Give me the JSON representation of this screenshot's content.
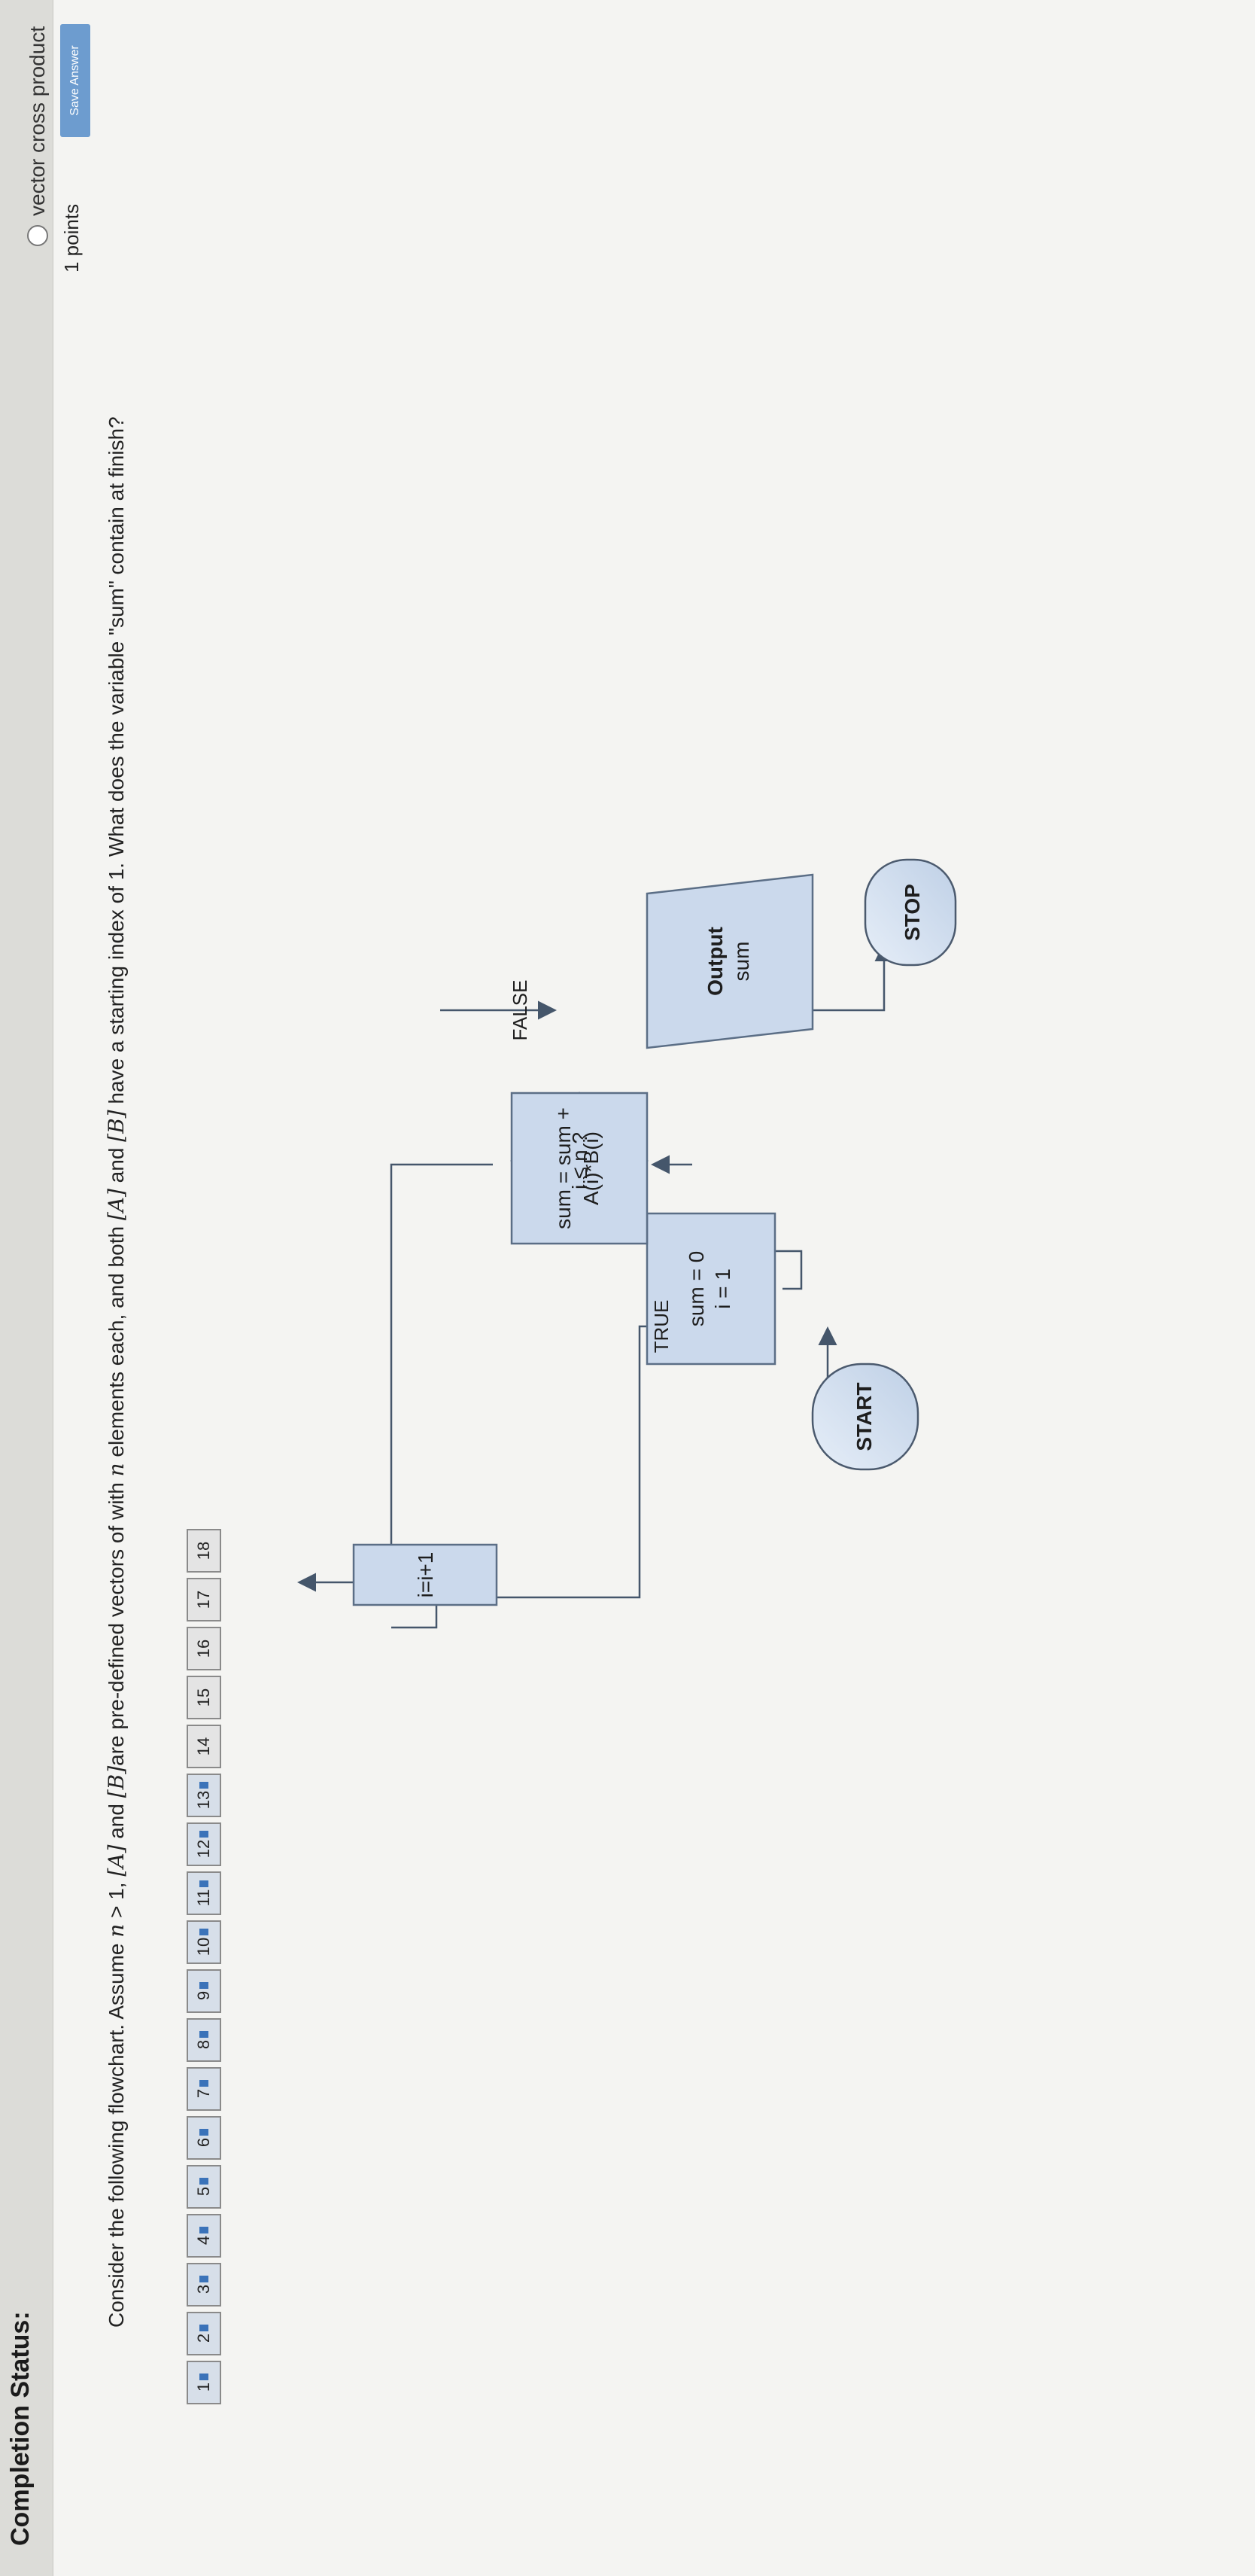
{
  "header": {
    "status_label": "Completion Status:"
  },
  "nav": {
    "questions": [
      {
        "label": "1",
        "answered": true
      },
      {
        "label": "2",
        "answered": true
      },
      {
        "label": "3",
        "answered": true
      },
      {
        "label": "4",
        "answered": true
      },
      {
        "label": "5",
        "answered": true
      },
      {
        "label": "6",
        "answered": true
      },
      {
        "label": "7",
        "answered": true
      },
      {
        "label": "8",
        "answered": true
      },
      {
        "label": "9",
        "answered": true
      },
      {
        "label": "10",
        "answered": true
      },
      {
        "label": "11",
        "answered": true
      },
      {
        "label": "12",
        "answered": true
      },
      {
        "label": "13",
        "answered": true
      },
      {
        "label": "14",
        "answered": false
      },
      {
        "label": "15",
        "answered": false
      },
      {
        "label": "16",
        "answered": false
      },
      {
        "label": "17",
        "answered": false
      },
      {
        "label": "18",
        "answered": false
      }
    ]
  },
  "question": {
    "points": "1 points",
    "save_label": "Save Answer",
    "text_1": "Consider the following flowchart. Assume ",
    "n": "n",
    "gt1": " > 1, ",
    "A": "[A]",
    "and": " and ",
    "B": "[B]",
    "text_2": "are pre-defined vectors of with ",
    "text_3": " elements each, and both ",
    "text_4": " have a starting index of ",
    "index": "1",
    "text_5": ". What does the variable \"sum\" contain at finish?"
  },
  "flowchart": {
    "start": "START",
    "init_line1": "sum = 0",
    "init_line2": "i = 1",
    "cond": "i ≤ n ?",
    "true_label": "TRUE",
    "false_label": "FALSE",
    "body_line1": "sum = sum +",
    "body_line2": "A(i)*B(i)",
    "incr": "i=i+1",
    "output_line1": "Output",
    "output_line2": "sum",
    "stop": "STOP",
    "colors": {
      "box_fill": "#cbd9ec",
      "stroke": "#5b6e86",
      "arrow": "#45566b"
    }
  },
  "answers": [
    {
      "label": "vector cross product"
    }
  ]
}
